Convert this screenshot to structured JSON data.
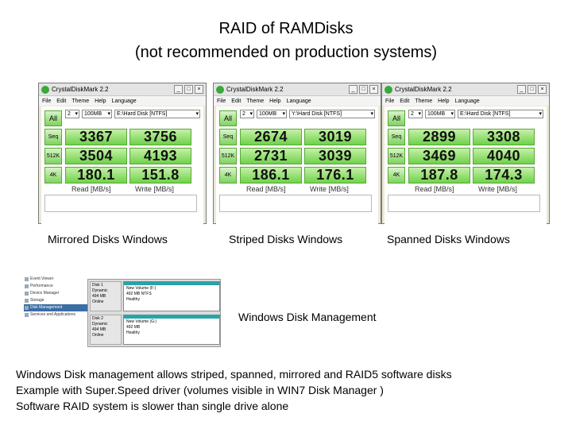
{
  "title": {
    "line1": "RAID of RAMDisks",
    "line2": "(not recommended on production systems)"
  },
  "cdm_windows": [
    {
      "window_title": "CrystalDiskMark 2.2",
      "menu": [
        "File",
        "Edit",
        "Theme",
        "Help",
        "Language"
      ],
      "selects": [
        "2",
        "100MB",
        "E:\\Hard Disk [NTFS]"
      ],
      "all_label": "All",
      "rows": [
        {
          "label": "Seq",
          "read": "3367",
          "write": "3756"
        },
        {
          "label": "512K",
          "read": "3504",
          "write": "4193"
        },
        {
          "label": "4K",
          "read": "180.1",
          "write": "151.8"
        }
      ],
      "read_header": "Read [MB/s]",
      "write_header": "Write [MB/s]",
      "caption": "Mirrored Disks Windows"
    },
    {
      "window_title": "CrystalDiskMark 2.2",
      "menu": [
        "File",
        "Edit",
        "Theme",
        "Help",
        "Language"
      ],
      "selects": [
        "2",
        "100MB",
        "Y:\\Hard Disk [NTFS]"
      ],
      "all_label": "All",
      "rows": [
        {
          "label": "Seq",
          "read": "2674",
          "write": "3019"
        },
        {
          "label": "512K",
          "read": "2731",
          "write": "3039"
        },
        {
          "label": "4K",
          "read": "186.1",
          "write": "176.1"
        }
      ],
      "read_header": "Read [MB/s]",
      "write_header": "Write [MB/s]",
      "caption": "Striped Disks Windows"
    },
    {
      "window_title": "CrystalDiskMark 2.2",
      "menu": [
        "File",
        "Edit",
        "Theme",
        "Help",
        "Language"
      ],
      "selects": [
        "2",
        "100MB",
        "E:\\Hard Disk [NTFS]"
      ],
      "all_label": "All",
      "rows": [
        {
          "label": "Seq",
          "read": "2899",
          "write": "3308"
        },
        {
          "label": "512K",
          "read": "3469",
          "write": "4040"
        },
        {
          "label": "4K",
          "read": "187.8",
          "write": "174.3"
        }
      ],
      "read_header": "Read [MB/s]",
      "write_header": "Write [MB/s]",
      "caption": "Spanned Disks Windows"
    }
  ],
  "disk_management": {
    "tree": [
      "Event Viewer",
      "Performance",
      "Device Manager",
      "Storage",
      "Disk Management",
      "Services and Applications"
    ],
    "selected_tree_index": 4,
    "disks": [
      {
        "name": "Disk 1",
        "type": "Dynamic",
        "size": "494 MB",
        "status": "Online",
        "volume": "New Volume (F:)",
        "vol_size": "492 MB NTFS",
        "vol_status": "Healthy"
      },
      {
        "name": "Disk 2",
        "type": "Dynamic",
        "size": "494 MB",
        "status": "Online",
        "volume": "New Volume (G:)",
        "vol_size": "492 MB",
        "vol_status": "Healthy"
      }
    ],
    "caption": "Windows Disk Management"
  },
  "notes": [
    "Windows Disk management allows striped, spanned, mirrored and RAID5 software disks",
    "Example with Super.Speed driver (volumes visible in WIN7 Disk Manager )",
    "Software RAID system is slower than single drive alone"
  ]
}
